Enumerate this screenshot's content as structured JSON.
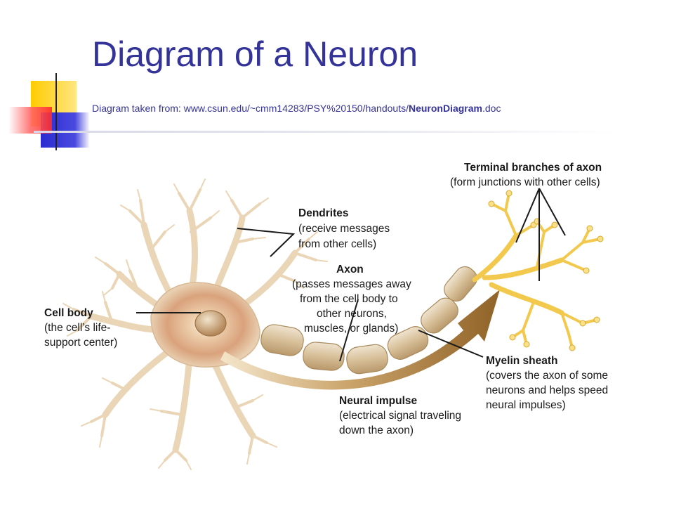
{
  "slide": {
    "title": "Diagram of a Neuron",
    "source_prefix": "Diagram taken from: www.csun.edu/~cmm14283/PSY%20150/handouts/",
    "source_bold": "NeuronDiagram",
    "source_suffix": ".doc"
  },
  "labels": {
    "terminal": {
      "title": "Terminal branches of axon",
      "desc": "(form junctions with other cells)"
    },
    "dendrites": {
      "title": "Dendrites",
      "desc1": "(receive messages",
      "desc2": "from other cells)"
    },
    "axon": {
      "title": "Axon",
      "desc1": "(passes messages away",
      "desc2": "from the cell body to",
      "desc3": "other neurons,",
      "desc4": "muscles, or glands)"
    },
    "cell_body": {
      "title": "Cell body",
      "desc1": "(the cell’s life-",
      "desc2": "support center)"
    },
    "myelin": {
      "title": "Myelin sheath",
      "desc1": "(covers the axon of some",
      "desc2": "neurons and helps speed",
      "desc3": "neural impulses)"
    },
    "impulse": {
      "title": "Neural impulse",
      "desc1": "(electrical signal traveling",
      "desc2": "down the axon)"
    }
  },
  "colors": {
    "title": "#333399",
    "neuron_fill": "#f1dfc2",
    "neuron_stroke": "#c9a777",
    "myelin": "#d8c3a0",
    "terminal": "#f4cf55",
    "impulse_arrow": "#9c6f2a"
  }
}
